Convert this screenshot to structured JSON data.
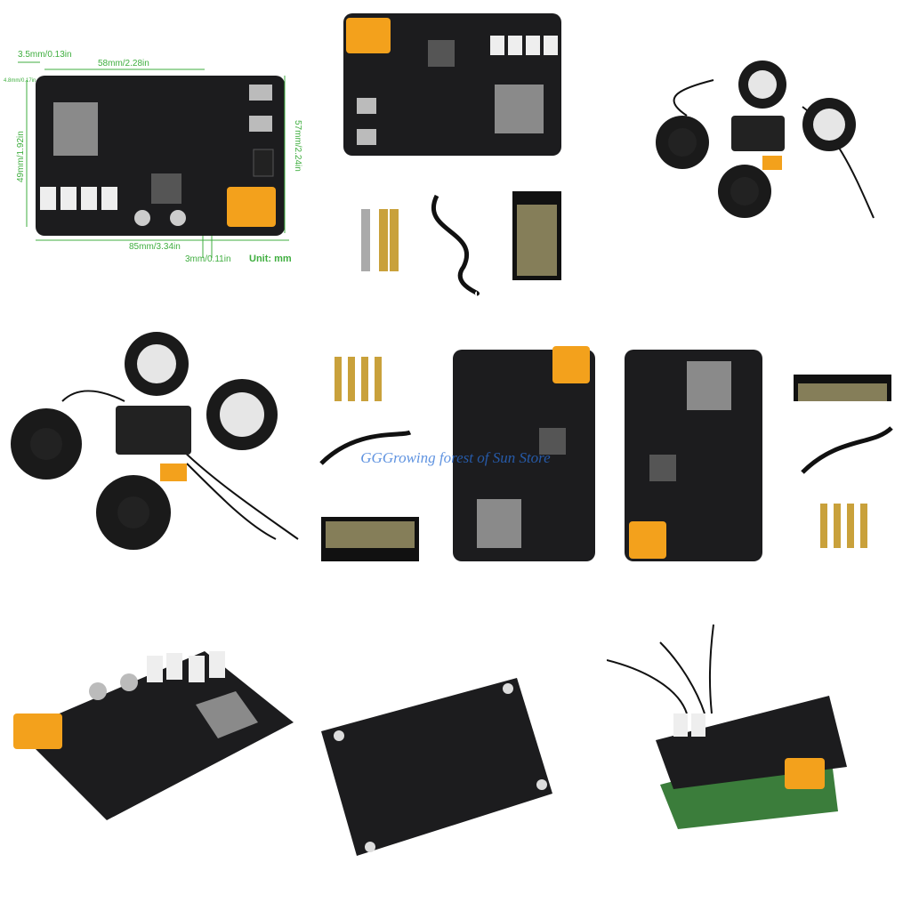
{
  "dimensions": {
    "d1": "3.5mm/0.13in",
    "d2": "58mm/2.28in",
    "d3": "4.8mm/0.17in",
    "d4": "49mm/1.92in",
    "d5": "57mm/2.24in",
    "d6": "85mm/3.34in",
    "d7": "3mm/0.11in",
    "unit": "Unit: mm"
  },
  "watermark": "GGGrowing forest of Sun Store",
  "colors": {
    "pcb": "#1c1c1e",
    "connector": "#f3a11c",
    "dimension": "#3fae3f",
    "tire": "#1a1a1a",
    "hub": "#e6e6e6",
    "brass": "#c9a13b",
    "rpi_green": "#3b7d3b"
  }
}
